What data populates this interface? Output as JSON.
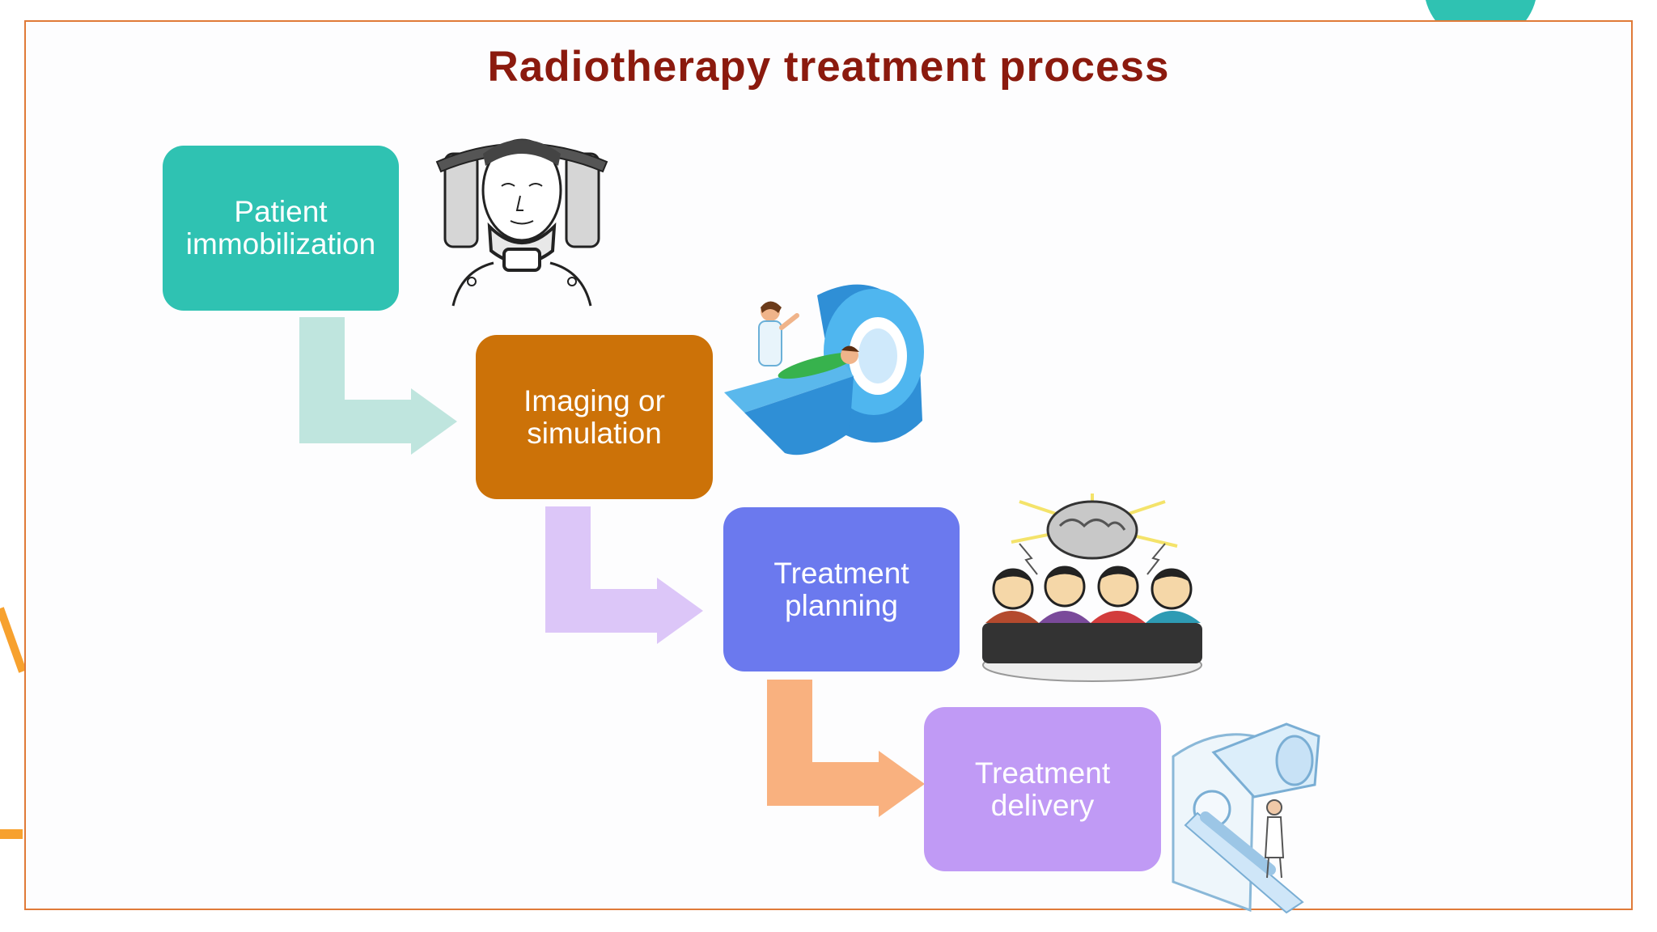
{
  "title": "Radiotherapy treatment process",
  "steps": [
    {
      "line1": "Patient",
      "line2": "immobilization",
      "color": "#2fc2b2"
    },
    {
      "line1": "Imaging or",
      "line2": "simulation",
      "color": "#cc7208"
    },
    {
      "line1": "Treatment",
      "line2": "planning",
      "color": "#6b79ee"
    },
    {
      "line1": "Treatment",
      "line2": "delivery",
      "color": "#c09af5"
    }
  ],
  "connector_colors": [
    "#bfe5de",
    "#dcc6f8",
    "#f9b17f"
  ],
  "illustrations": [
    "immobilization-mask-icon",
    "ct-scanner-icon",
    "planning-team-icon",
    "linac-delivery-icon"
  ],
  "frame_color": "#e07a38"
}
